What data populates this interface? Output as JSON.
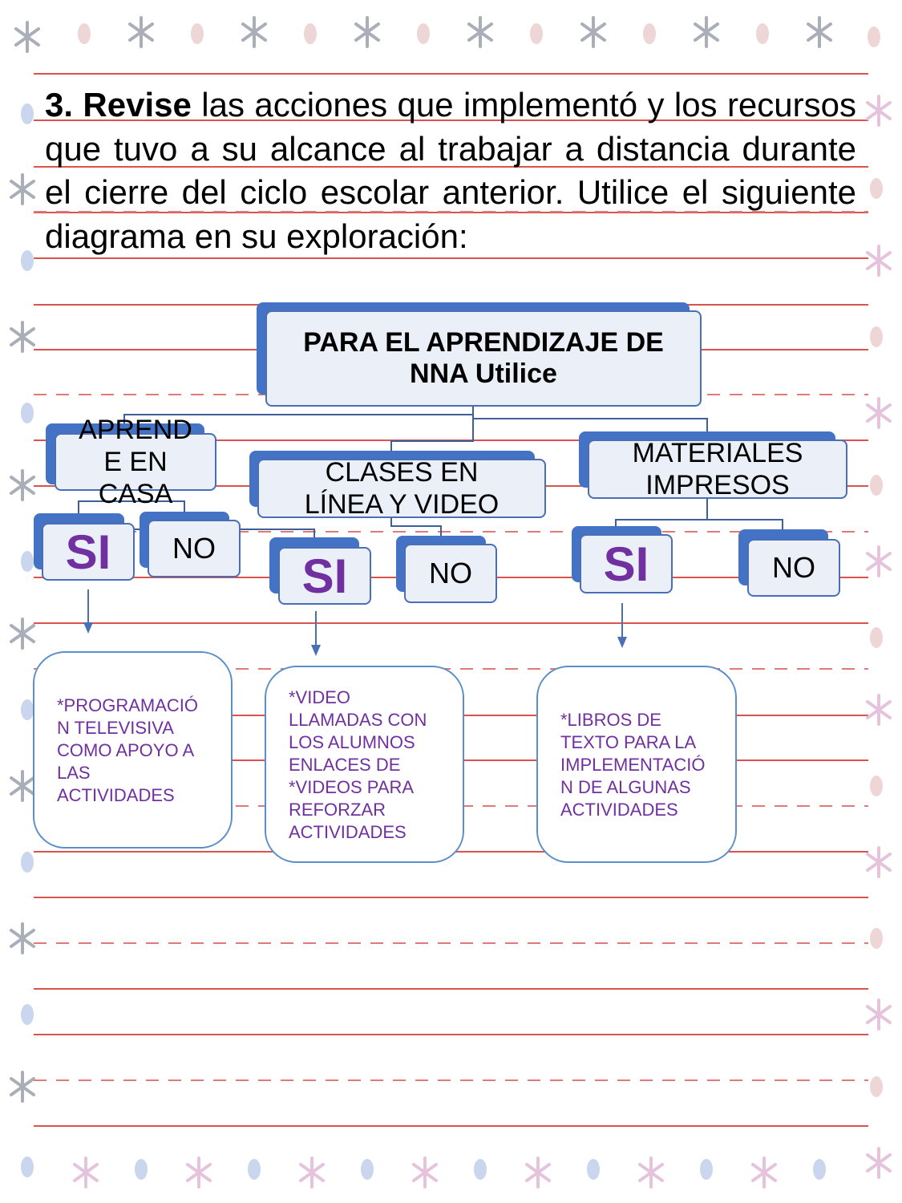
{
  "instruction": {
    "lead": "3. Revise",
    "text": "las acciones que implementó y los recursos que tuvo a su alcance al trabajar a distancia durante el cierre del ciclo escolar anterior. Utilice el siguiente diagrama en su exploración:"
  },
  "diagram": {
    "root": {
      "line1": "PARA EL APRENDIZAJE DE",
      "line2": "NNA Utilice"
    },
    "branches": [
      {
        "label": "APREND E EN CASA",
        "lines": [
          "APREND",
          "E EN",
          "CASA"
        ],
        "yes": "SI",
        "no": "NO",
        "note": [
          "*PROGRAMACIÓ",
          "N TELEVISIVA",
          "COMO APOYO A",
          "LAS",
          "ACTIVIDADES"
        ]
      },
      {
        "label": "CLASES EN LÍNEA Y VIDEO",
        "lines": [
          "CLASES EN",
          "LÍNEA Y VIDEO"
        ],
        "yes": "SI",
        "no": "NO",
        "note": [
          "*VIDEO",
          "LLAMADAS CON",
          "LOS ALUMNOS",
          "ENLACES DE",
          "*VIDEOS PARA",
          "REFORZAR",
          "ACTIVIDADES"
        ]
      },
      {
        "label": "MATERIALES IMPRESOS",
        "lines": [
          "MATERIALES",
          "IMPRESOS"
        ],
        "yes": "SI",
        "no": "NO",
        "note": [
          "*LIBROS DE",
          "TEXTO PARA LA",
          "IMPLEMENTACIÓ",
          "N DE ALGUNAS",
          "ACTIVIDADES"
        ]
      }
    ]
  },
  "colors": {
    "ruled_solid": "#d9534f",
    "ruled_dashed": "#e07a78",
    "box_fill": "#eaeff8",
    "box_shadow": "#4472c4",
    "si_text": "#7030a0",
    "note_text": "#7030a0",
    "connector": "#3f5f9a"
  }
}
